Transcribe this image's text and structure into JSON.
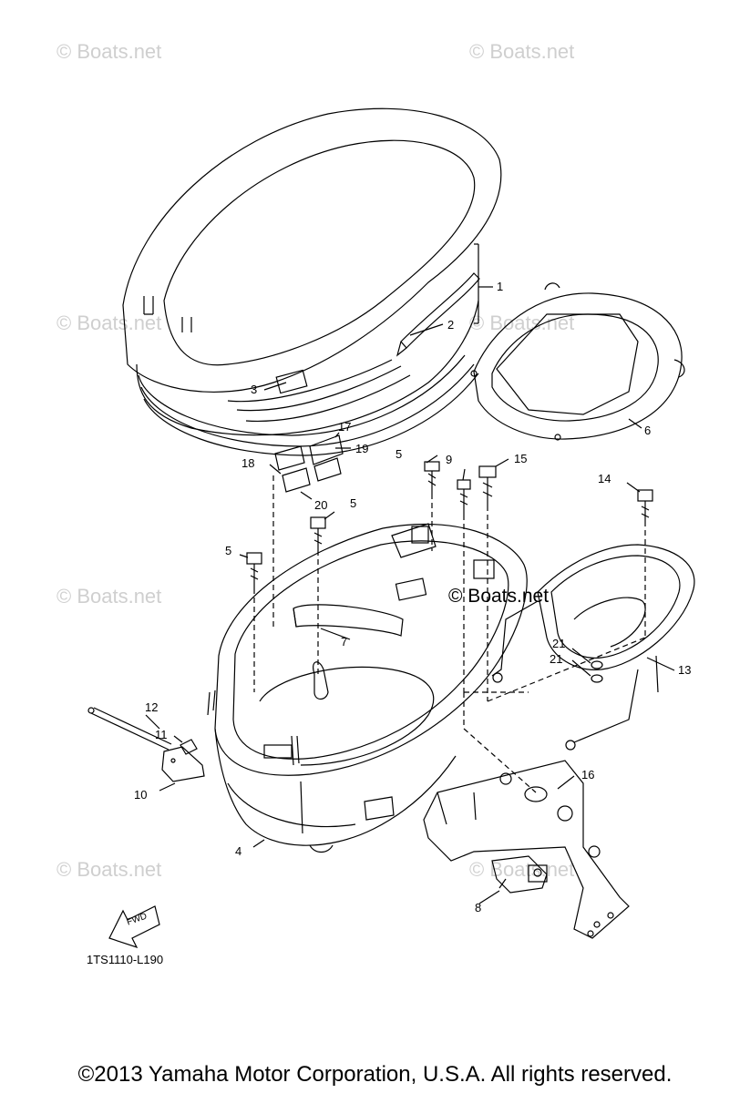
{
  "watermarks": {
    "text": "© Boats.net",
    "prominent": "© Boats.net"
  },
  "callouts": {
    "c1": "1",
    "c2": "2",
    "c3": "3",
    "c4": "4",
    "c5a": "5",
    "c5b": "5",
    "c5c": "5",
    "c6": "6",
    "c7": "7",
    "c8": "8",
    "c9": "9",
    "c10": "10",
    "c11": "11",
    "c12": "12",
    "c13": "13",
    "c14": "14",
    "c15": "15",
    "c16": "16",
    "c17": "17",
    "c18": "18",
    "c19": "19",
    "c20": "20",
    "c21a": "21",
    "c21b": "21"
  },
  "fwd_label": "FWD",
  "diagram_code": "1TS1110-L190",
  "copyright": "©2013 Yamaha Motor Corporation, U.S.A. All rights reserved."
}
